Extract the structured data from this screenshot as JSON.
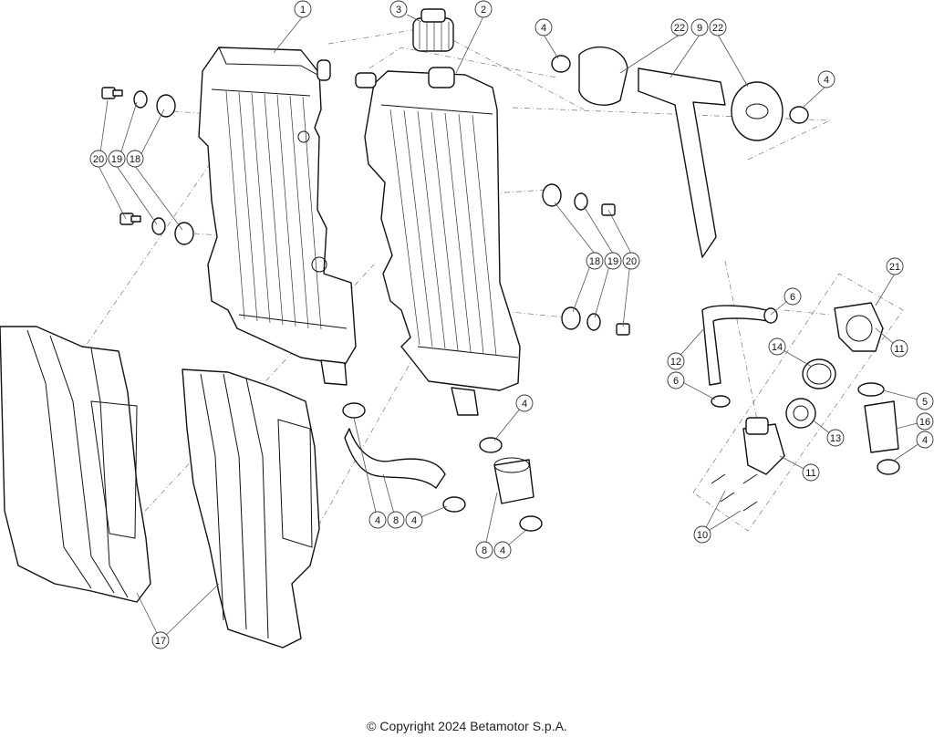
{
  "copyright": "© Copyright 2024 Betamotor S.p.A.",
  "callouts": [
    {
      "id": "c-1",
      "label": "1"
    },
    {
      "id": "c-2",
      "label": "2"
    },
    {
      "id": "c-3",
      "label": "3"
    },
    {
      "id": "c-4a",
      "label": "4"
    },
    {
      "id": "c-22a",
      "label": "22"
    },
    {
      "id": "c-9",
      "label": "9"
    },
    {
      "id": "c-22b",
      "label": "22"
    },
    {
      "id": "c-4b",
      "label": "4"
    },
    {
      "id": "c-20a",
      "label": "20"
    },
    {
      "id": "c-19a",
      "label": "19"
    },
    {
      "id": "c-18a",
      "label": "18"
    },
    {
      "id": "c-18b",
      "label": "18"
    },
    {
      "id": "c-19b",
      "label": "19"
    },
    {
      "id": "c-20b",
      "label": "20"
    },
    {
      "id": "c-21",
      "label": "21"
    },
    {
      "id": "c-6a",
      "label": "6"
    },
    {
      "id": "c-14",
      "label": "14"
    },
    {
      "id": "c-11a",
      "label": "11"
    },
    {
      "id": "c-12",
      "label": "12"
    },
    {
      "id": "c-6b",
      "label": "6"
    },
    {
      "id": "c-5",
      "label": "5"
    },
    {
      "id": "c-16",
      "label": "16"
    },
    {
      "id": "c-13",
      "label": "13"
    },
    {
      "id": "c-4c",
      "label": "4"
    },
    {
      "id": "c-4d",
      "label": "4"
    },
    {
      "id": "c-11b",
      "label": "11"
    },
    {
      "id": "c-4e",
      "label": "4"
    },
    {
      "id": "c-8a",
      "label": "8"
    },
    {
      "id": "c-4f",
      "label": "4"
    },
    {
      "id": "c-10",
      "label": "10"
    },
    {
      "id": "c-8b",
      "label": "8"
    },
    {
      "id": "c-4g",
      "label": "4"
    },
    {
      "id": "c-17",
      "label": "17"
    }
  ]
}
